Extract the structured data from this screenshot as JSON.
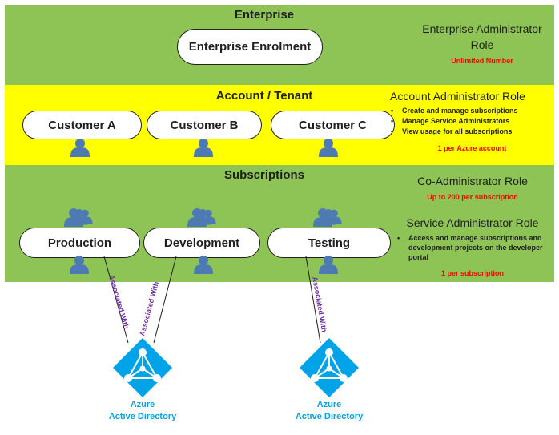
{
  "enterprise": {
    "title": "Enterprise",
    "enrolment_label": "Enterprise Enrolment",
    "role_title": "Enterprise Administrator Role",
    "role_note": "Unlimited Number"
  },
  "account": {
    "title": "Account / Tenant",
    "customers": [
      "Customer A",
      "Customer B",
      "Customer C"
    ],
    "role_title": "Account Administrator Role",
    "role_bullets": [
      "Create and manage subscriptions",
      "Manage Service Administrators",
      "View usage for all subscriptions"
    ],
    "role_note": "1 per Azure account"
  },
  "subscriptions": {
    "title": "Subscriptions",
    "items": [
      "Production",
      "Development",
      "Testing"
    ],
    "coadmin_title": "Co-Administrator Role",
    "coadmin_note": "Up to 200 per subscription",
    "service_title": "Service Administrator Role",
    "service_bullet": "Access and manage subscriptions and development projects on the developer portal",
    "service_note": "1 per subscription"
  },
  "connector_label": "Associated With",
  "directory": {
    "line1": "Azure",
    "line2": "Active Directory"
  },
  "colors": {
    "green_band": "#8dc455",
    "yellow_band": "#ffff00",
    "person_icon": "#4e7ab4",
    "azure_blue": "#00a2e8",
    "note_red": "#ff0000",
    "connector_text": "#7030a0"
  },
  "icons": [
    "user-icon",
    "user-group-icon",
    "azure-active-directory-icon"
  ]
}
